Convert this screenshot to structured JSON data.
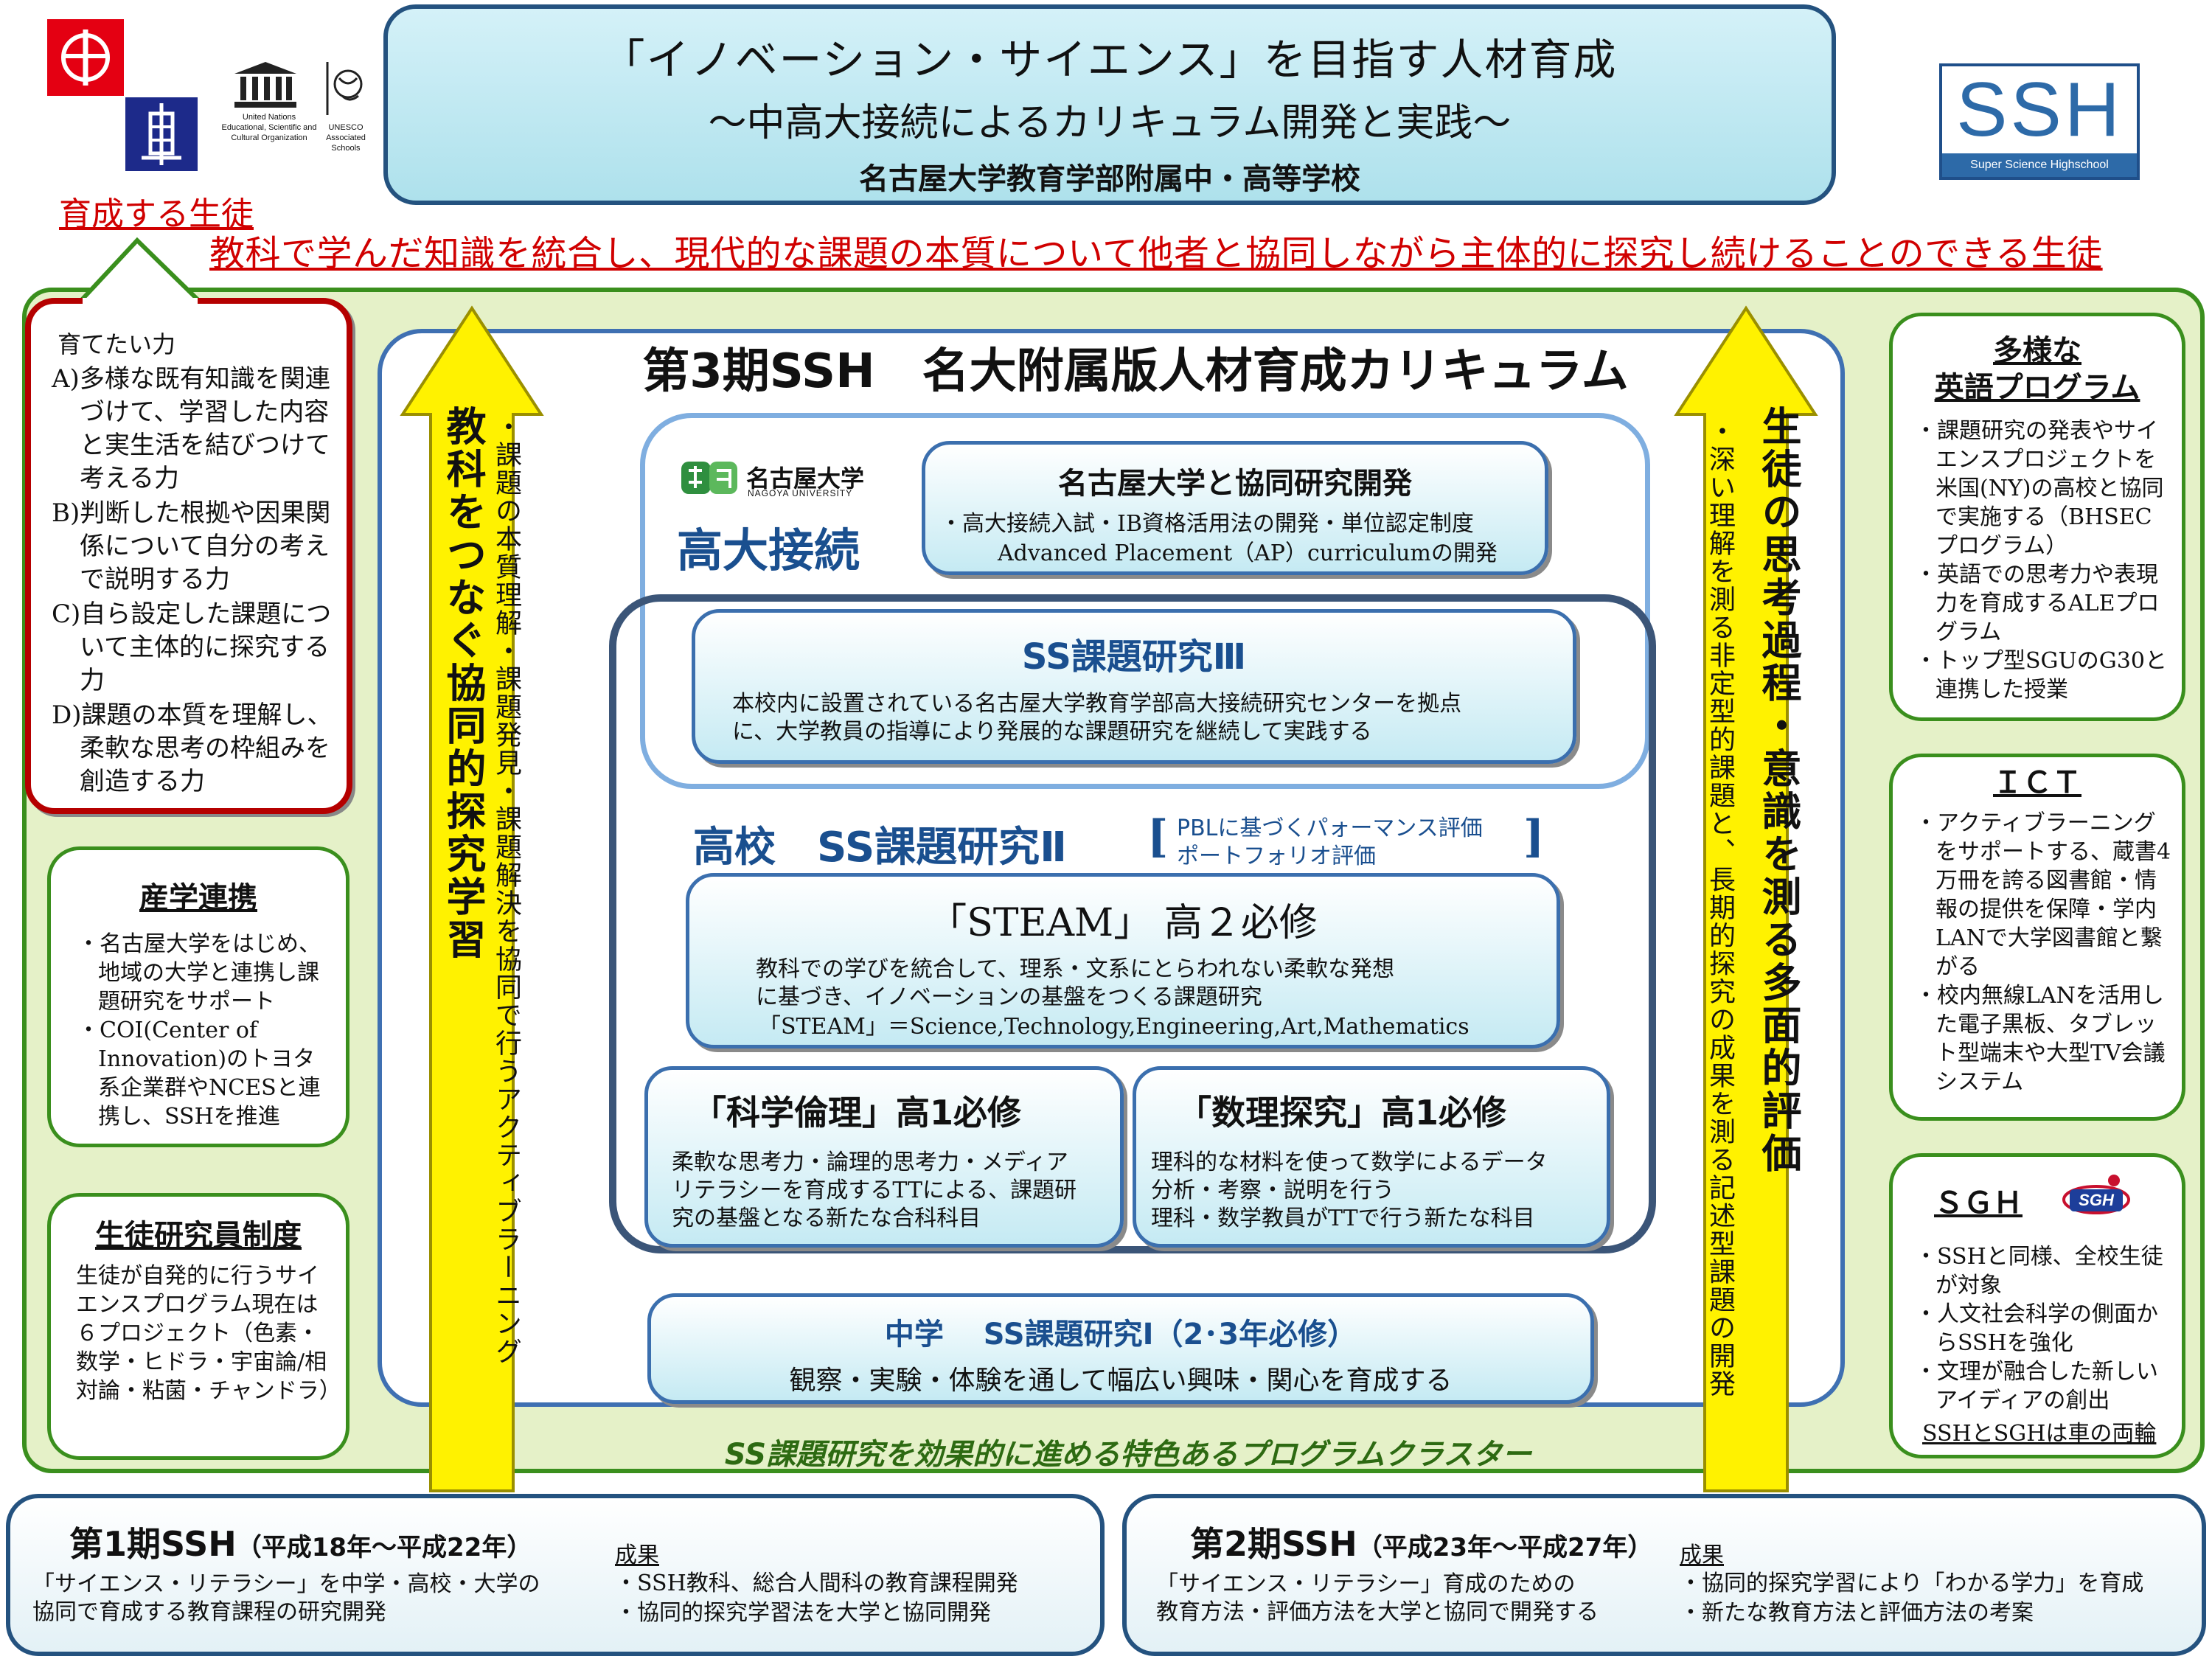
{
  "header": {
    "title": "「イノベーション・サイエンス」を目指す人材育成",
    "subtitle": "～中高大接続によるカリキュラム開発と実践～",
    "school": "名古屋大学教育学部附属中・高等学校"
  },
  "logos": {
    "unesco_text": "United Nations Educational, Scientific and Cultural Organization",
    "schools_text": "UNESCO Associated Schools",
    "ssh_big": "SSH",
    "ssh_small": "Super Science Highschool"
  },
  "goal": {
    "label": "育成する生徒",
    "text": "教科で学んだ知識を統合し、現代的な課題の本質について他者と協同しながら主体的に探究し続けることのできる生徒"
  },
  "abilities": {
    "heading": "育てたい力",
    "items": [
      "A)多様な既有知識を関連づけて、学習した内容と実生活を結びつけて考える力",
      "B)判断した根拠や因果関係について自分の考えで説明する力",
      "C)自ら設定した課題について主体的に探究する力",
      "D)課題の本質を理解し、柔軟な思考の枠組みを創造する力"
    ]
  },
  "left_boxes": {
    "sangaku": {
      "title": "産学連携",
      "items": [
        "・名古屋大学をはじめ、地域の大学と連携し課題研究をサポート",
        "・COI(Center of Innovation)のトヨタ系企業群やNCESと連携し、SSHを推進"
      ]
    },
    "seito": {
      "title": "生徒研究員制度",
      "text": "生徒が自発的に行うサイエンスプログラム現在は６プロジェクト（色素・数学・ヒドラ・宇宙論/相対論・粘菌・チャンドラ）"
    }
  },
  "right_boxes": {
    "eigo": {
      "title1": "多様な",
      "title2": "英語プログラム",
      "items": [
        "・課題研究の発表やサイエンスプロジェクトを米国(NY)の高校と協同で実施する（BHSECプログラム）",
        "・英語での思考力や表現力を育成するALEプログラム",
        "・トップ型SGUのG30と連携した授業"
      ]
    },
    "ict": {
      "title": "ＩＣＴ",
      "items": [
        "・アクティブラーニングをサポートする、蔵書4万冊を誇る図書館・情報の提供を保障・学内LANで大学図書館と繋がる",
        "・校内無線LANを活用した電子黒板、タブレット型端末や大型TV会議システム"
      ]
    },
    "sgh": {
      "title": "ＳＧＨ",
      "logo": "SGH",
      "items": [
        "・SSHと同様、全校生徒が対象",
        "・人文社会科学の側面からSSHを強化",
        "・文理が融合した新しいアイディアの創出"
      ],
      "footer": "SSHとSGHは車の両輪"
    }
  },
  "curriculum": {
    "title": "第3期SSH　名大附属版人材育成カリキュラム",
    "left_arrow_main": "教科をつなぐ協同的探究学習",
    "left_arrow_sub": "・課題の本質理解・課題発見・課題解決を協同で行うアクティブラーニング",
    "right_arrow_main": "生徒の思考過程・意識を測る多面的評価",
    "right_arrow_sub": "・深い理解を測る非定型的課題と、長期的探究の成果を測る記述型課題の開発",
    "nagoya_name": "名古屋大学",
    "nagoya_en": "NAGOYA UNIVERSITY",
    "koudai_label": "高大接続",
    "kyodo": {
      "title": "名古屋大学と協同研究開発",
      "line1": "・高大接続入試・IB資格活用法の開発・単位認定制度",
      "line2": "Advanced Placement（AP）curriculumの開発"
    },
    "ss3": {
      "title": "SS課題研究Ⅲ",
      "line1": "本校内に設置されている名古屋大学教育学部高大接続研究センターを拠点",
      "line2": "に、大学教員の指導により発展的な課題研究を継続して実践する"
    },
    "ss2": {
      "label": "高校　SS課題研究Ⅱ",
      "bracket_l": "[",
      "bracket_r": "]",
      "pbl1": "PBLに基づくパォーマンス評価",
      "pbl2": "ポートフォリオ評価"
    },
    "steam": {
      "title": "「STEAM」 高２必修",
      "line1": "教科での学びを統合して、理系・文系にとらわれない柔軟な発想",
      "line2": "に基づき、イノベーションの基盤をつくる課題研究",
      "line3": "「STEAM」＝Science,Technology,Engineering,Art,Mathematics"
    },
    "kagaku": {
      "title": "「科学倫理」高1必修",
      "line1": "柔軟な思考力・論理的思考力・メディア",
      "line2": "リテラシーを育成するTTによる、課題研",
      "line3": "究の基盤となる新たな合科科目"
    },
    "suri": {
      "title": "「数理探究」高1必修",
      "line1": "理科的な材料を使って数学によるデータ",
      "line2": "分析・考察・説明を行う",
      "line3": "理科・数学教員がTTで行う新たな科目"
    },
    "chugaku": {
      "title": "中学　 SS課題研究Ⅰ（2･3年必修）",
      "text": "観察・実験・体験を通して幅広い興味・関心を育成する"
    },
    "cluster": "SS課題研究を効果的に進める特色あるプログラムクラスター"
  },
  "bottom": {
    "phase1": {
      "title": "第1期SSH",
      "period": "（平成18年～平成22年）",
      "text1": "「サイエンス・リテラシー」を中学・高校・大学の",
      "text2": "協同で育成する教育課程の研究開発",
      "kekka": "成果",
      "res1": "・SSH教科、総合人間科の教育課程開発",
      "res2": "・協同的探究学習法を大学と協同開発"
    },
    "phase2": {
      "title": "第2期SSH",
      "period": "（平成23年～平成27年）",
      "text1": "「サイエンス・リテラシー」育成のための",
      "text2": "教育方法・評価方法を大学と協同で開発する",
      "kekka": "成果",
      "res1": "・協同的探究学習により「わかる学力」を育成",
      "res2": "・新たな教育方法と評価方法の考案"
    }
  },
  "colors": {
    "header_border": "#24527f",
    "goal_red": "#d00000",
    "green": "#3a8f1d",
    "arrow_yellow": "#fff200",
    "blue_text": "#1a4f8f"
  }
}
